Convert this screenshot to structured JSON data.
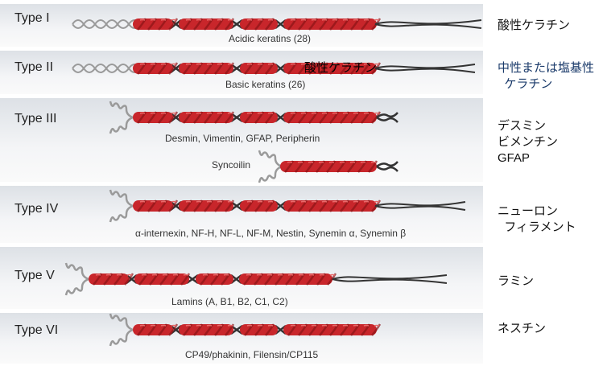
{
  "rows": [
    {
      "type": "Type I",
      "proteins": "Acidic keratins (28)",
      "jp": "酸性ケラチン"
    },
    {
      "type": "Type II",
      "proteins": "Basic keratins (26)",
      "jp": "中性または塩基性\n  ケラチン",
      "overlay": "酸性ケラチン"
    },
    {
      "type": "Type III",
      "proteins": "Desmin, Vimentin, GFAP, Peripherin",
      "extra": "Syncoilin",
      "jp": "デスミン\nビメンチン\nGFAP"
    },
    {
      "type": "Type IV",
      "proteins": "α-internexin, NF-H, NF-L, NF-M, Nestin, Synemin α, Synemin β",
      "jp": "ニューロン\n  フィラメント"
    },
    {
      "type": "Type V",
      "proteins": "Lamins (A, B1, B2, C1, C2)",
      "jp": "ラミン"
    },
    {
      "type": "Type VI",
      "proteins": "CP49/phakinin, Filensin/CP115",
      "jp": "ネスチン"
    }
  ],
  "colors": {
    "rod": "#c8262b",
    "rod_dark": "#8a1417",
    "linker": "#333333",
    "head": "#9a9a9a"
  }
}
